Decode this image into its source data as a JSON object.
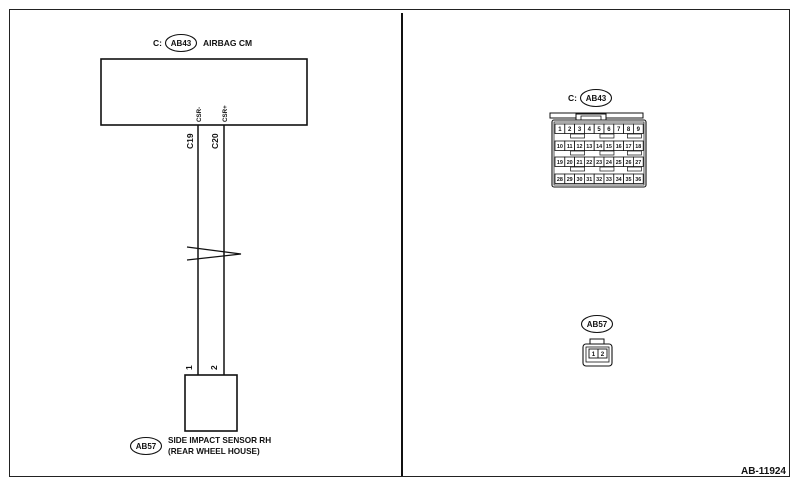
{
  "page": {
    "figure_id": "AB-11924"
  },
  "left_schematic": {
    "airbag_cm": {
      "prefix": "C:",
      "connector": "AB43",
      "name": "AIRBAG CM",
      "terminals": [
        "CSR-",
        "CSR+"
      ]
    },
    "wires": [
      {
        "terminal_cm": "C19",
        "terminal_sensor": "1"
      },
      {
        "terminal_cm": "C20",
        "terminal_sensor": "2"
      }
    ],
    "sensor": {
      "connector": "AB57",
      "line1": "SIDE IMPACT SENSOR RH",
      "line2": "(REAR WHEEL HOUSE)"
    }
  },
  "right_connectors": {
    "ab43": {
      "prefix": "C:",
      "label": "AB43",
      "rows": [
        [
          "1",
          "2",
          "3",
          "4",
          "5",
          "6",
          "7",
          "8",
          "9"
        ],
        [
          "10",
          "11",
          "12",
          "13",
          "14",
          "15",
          "16",
          "17",
          "18"
        ],
        [
          "19",
          "20",
          "21",
          "22",
          "23",
          "24",
          "25",
          "26",
          "27"
        ],
        [
          "28",
          "29",
          "30",
          "31",
          "32",
          "33",
          "34",
          "35",
          "36"
        ]
      ]
    },
    "ab57": {
      "label": "AB57",
      "pins": [
        "1",
        "2"
      ]
    }
  }
}
